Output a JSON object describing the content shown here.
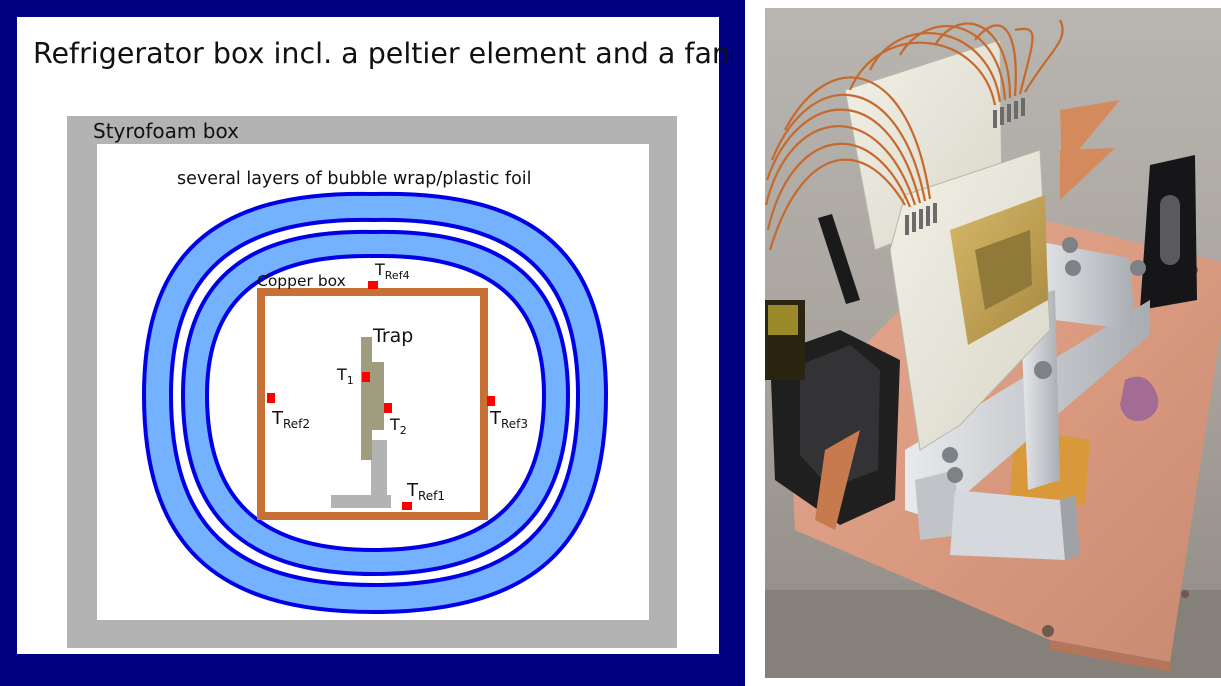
{
  "diagram": {
    "labels": {
      "refrigerator": "Refrigerator box incl. a peltier element and a fan",
      "styrofoam": "Styrofoam box",
      "bubble_wrap": "several layers of bubble wrap/plastic foil",
      "copper_box": "Copper box",
      "trap": "Trap"
    },
    "sensors": {
      "t1": {
        "main": "T",
        "sub": "1"
      },
      "t2": {
        "main": "T",
        "sub": "2"
      },
      "t_ref1": {
        "main": "T",
        "sub": "Ref1"
      },
      "t_ref2": {
        "main": "T",
        "sub": "Ref2"
      },
      "t_ref3": {
        "main": "T",
        "sub": "Ref3"
      },
      "t_ref4": {
        "main": "T",
        "sub": "Ref4"
      }
    },
    "colors": {
      "refrigerator_frame": "#000080",
      "styrofoam": "#b3b3b3",
      "bubble_fill": "#74b2ff",
      "bubble_stroke": "#0000e6",
      "copper": "#c87137",
      "trap": "#a09d7e",
      "sensor": "#ff0000",
      "mount": "#b3b3b3"
    }
  },
  "photo": {
    "subject": "copper-plate-mount-photo"
  }
}
